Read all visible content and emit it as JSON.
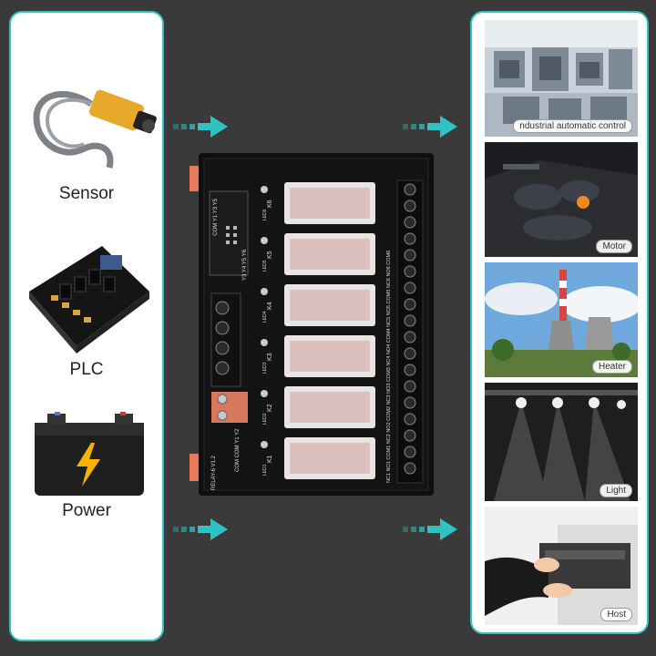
{
  "left_items": [
    {
      "label": "Sensor",
      "icon": "sensor-icon"
    },
    {
      "label": "PLC",
      "icon": "plc-icon"
    },
    {
      "label": "Power",
      "icon": "battery-icon"
    }
  ],
  "right_items": [
    {
      "label": "ndustrial automatic control",
      "icon": "factory-image"
    },
    {
      "label": "Motor",
      "icon": "engine-image"
    },
    {
      "label": "Heater",
      "icon": "power-plant-image"
    },
    {
      "label": "Light",
      "icon": "stage-light-image"
    },
    {
      "label": "Host",
      "icon": "printer-image"
    }
  ],
  "board": {
    "relay_labels": [
      "K6",
      "K5",
      "K4",
      "K3",
      "K2",
      "K1"
    ],
    "led_labels": [
      "LED6",
      "LED5",
      "LED4",
      "LED3",
      "LED2",
      "LED1"
    ],
    "model": "RELAY-6 V1.2",
    "bottom_pins": "COM COM Y1 Y2",
    "side_pins": "Y3 Y4 Y5 Y6",
    "top_pins": "COM Y1 Y3 Y5",
    "terminal_text": "NC1 NO1 COM1 NC2 NO2 COM2 NC3 NO3 COM3 NC4 NO4 COM4 NC5 NO5 COM5 NC6 NO6 COM6"
  },
  "colors": {
    "accent": "#2fc1c4",
    "board": "#121212",
    "connector": "#e9785d"
  }
}
